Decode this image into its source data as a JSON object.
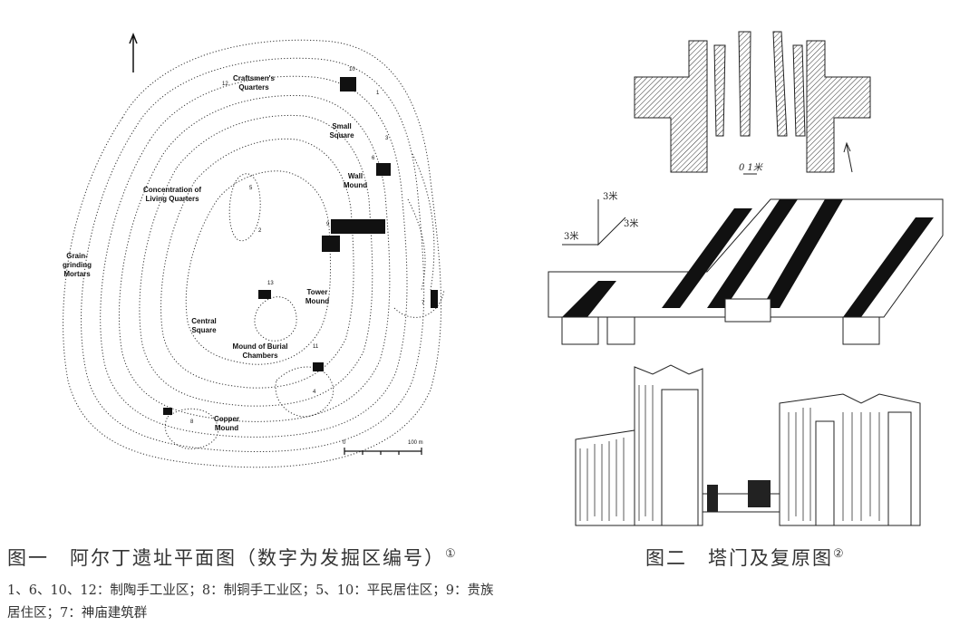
{
  "figure1": {
    "title": "图一　阿尔丁遗址平面图（数字为发掘区编号）",
    "footnote_mark": "①",
    "note": "1、6、10、12：制陶手工业区；8：制铜手工业区；5、10：平民居住区；9：贵族居住区；7：神庙建筑群",
    "map": {
      "labels": {
        "craftsmen": "Craftsmen's Quarters",
        "small_square": "Small Square",
        "wall_mound": "Wall Mound",
        "living": "Concentration of Living Quarters",
        "grain": "Grain-grinding Mortars",
        "tower": "Tower Mound",
        "central": "Central Square",
        "burial": "Mound of Burial Chambers",
        "copper": "Copper Mound"
      },
      "numbers": [
        "1",
        "2",
        "3",
        "4",
        "5",
        "6",
        "7",
        "8",
        "9",
        "10",
        "11",
        "12",
        "13"
      ],
      "scale": {
        "start": "0",
        "end": "100 m"
      }
    }
  },
  "figure2": {
    "title": "图二　塔门及复原图",
    "footnote_mark": "②",
    "plan_scale": "0  1米",
    "dims": [
      "3米",
      "3米",
      "3米"
    ]
  }
}
